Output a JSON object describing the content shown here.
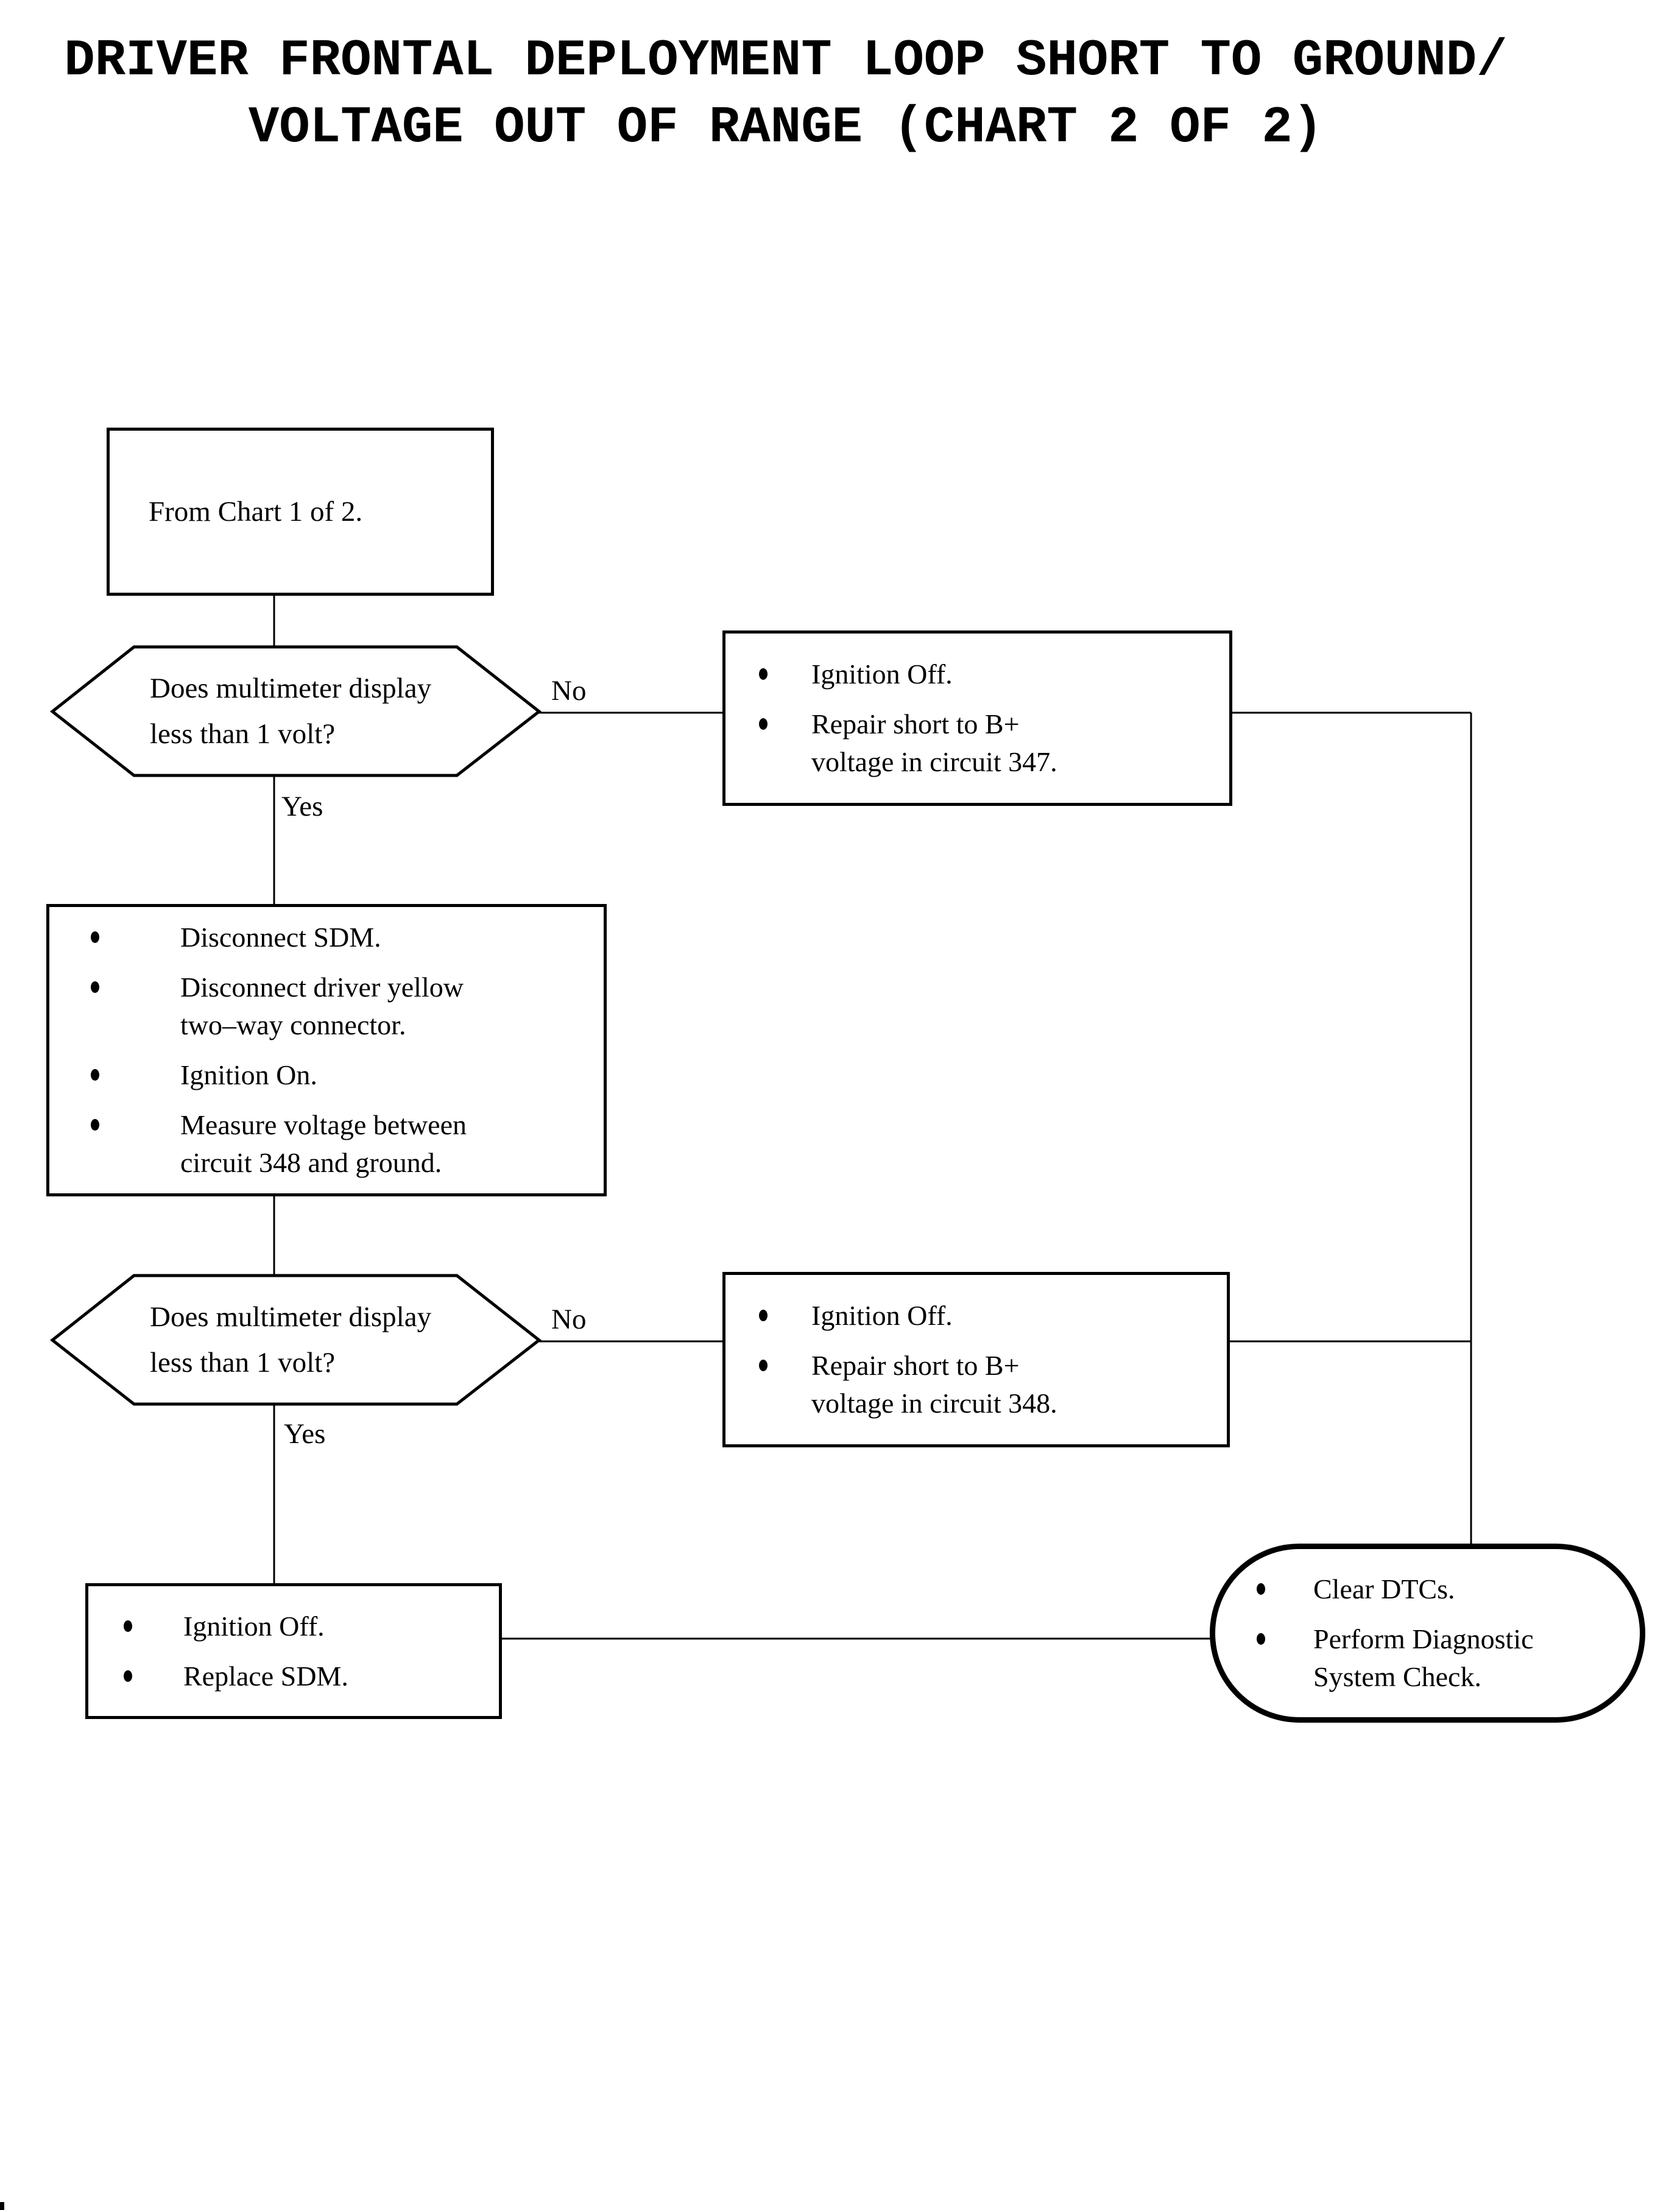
{
  "title": {
    "text": "DRIVER FRONTAL DEPLOYMENT LOOP SHORT TO GROUND/\nVOLTAGE OUT OF RANGE (CHART 2 OF 2)"
  },
  "colors": {
    "ink": "#000000",
    "paper": "#ffffff"
  },
  "nodes": {
    "start": {
      "text": "From Chart 1 of 2."
    },
    "decision1": {
      "text": "Does multimeter display\nless than 1 volt?",
      "no_label": "No",
      "yes_label": "Yes"
    },
    "action_no1": {
      "items": [
        "Ignition Off.",
        "Repair short to B+\nvoltage in circuit 347."
      ]
    },
    "procedure": {
      "items": [
        "Disconnect SDM.",
        "Disconnect driver yellow\ntwo–way connector.",
        "Ignition On.",
        "Measure voltage between\ncircuit 348 and ground."
      ]
    },
    "decision2": {
      "text": "Does multimeter display\nless than 1 volt?",
      "no_label": "No",
      "yes_label": "Yes"
    },
    "action_no2": {
      "items": [
        "Ignition Off.",
        "Repair short to B+\nvoltage in circuit 348."
      ]
    },
    "action_yes": {
      "items": [
        "Ignition Off.",
        "Replace SDM."
      ]
    },
    "terminal": {
      "items": [
        "Clear DTCs.",
        "Perform Diagnostic\nSystem Check."
      ]
    }
  }
}
